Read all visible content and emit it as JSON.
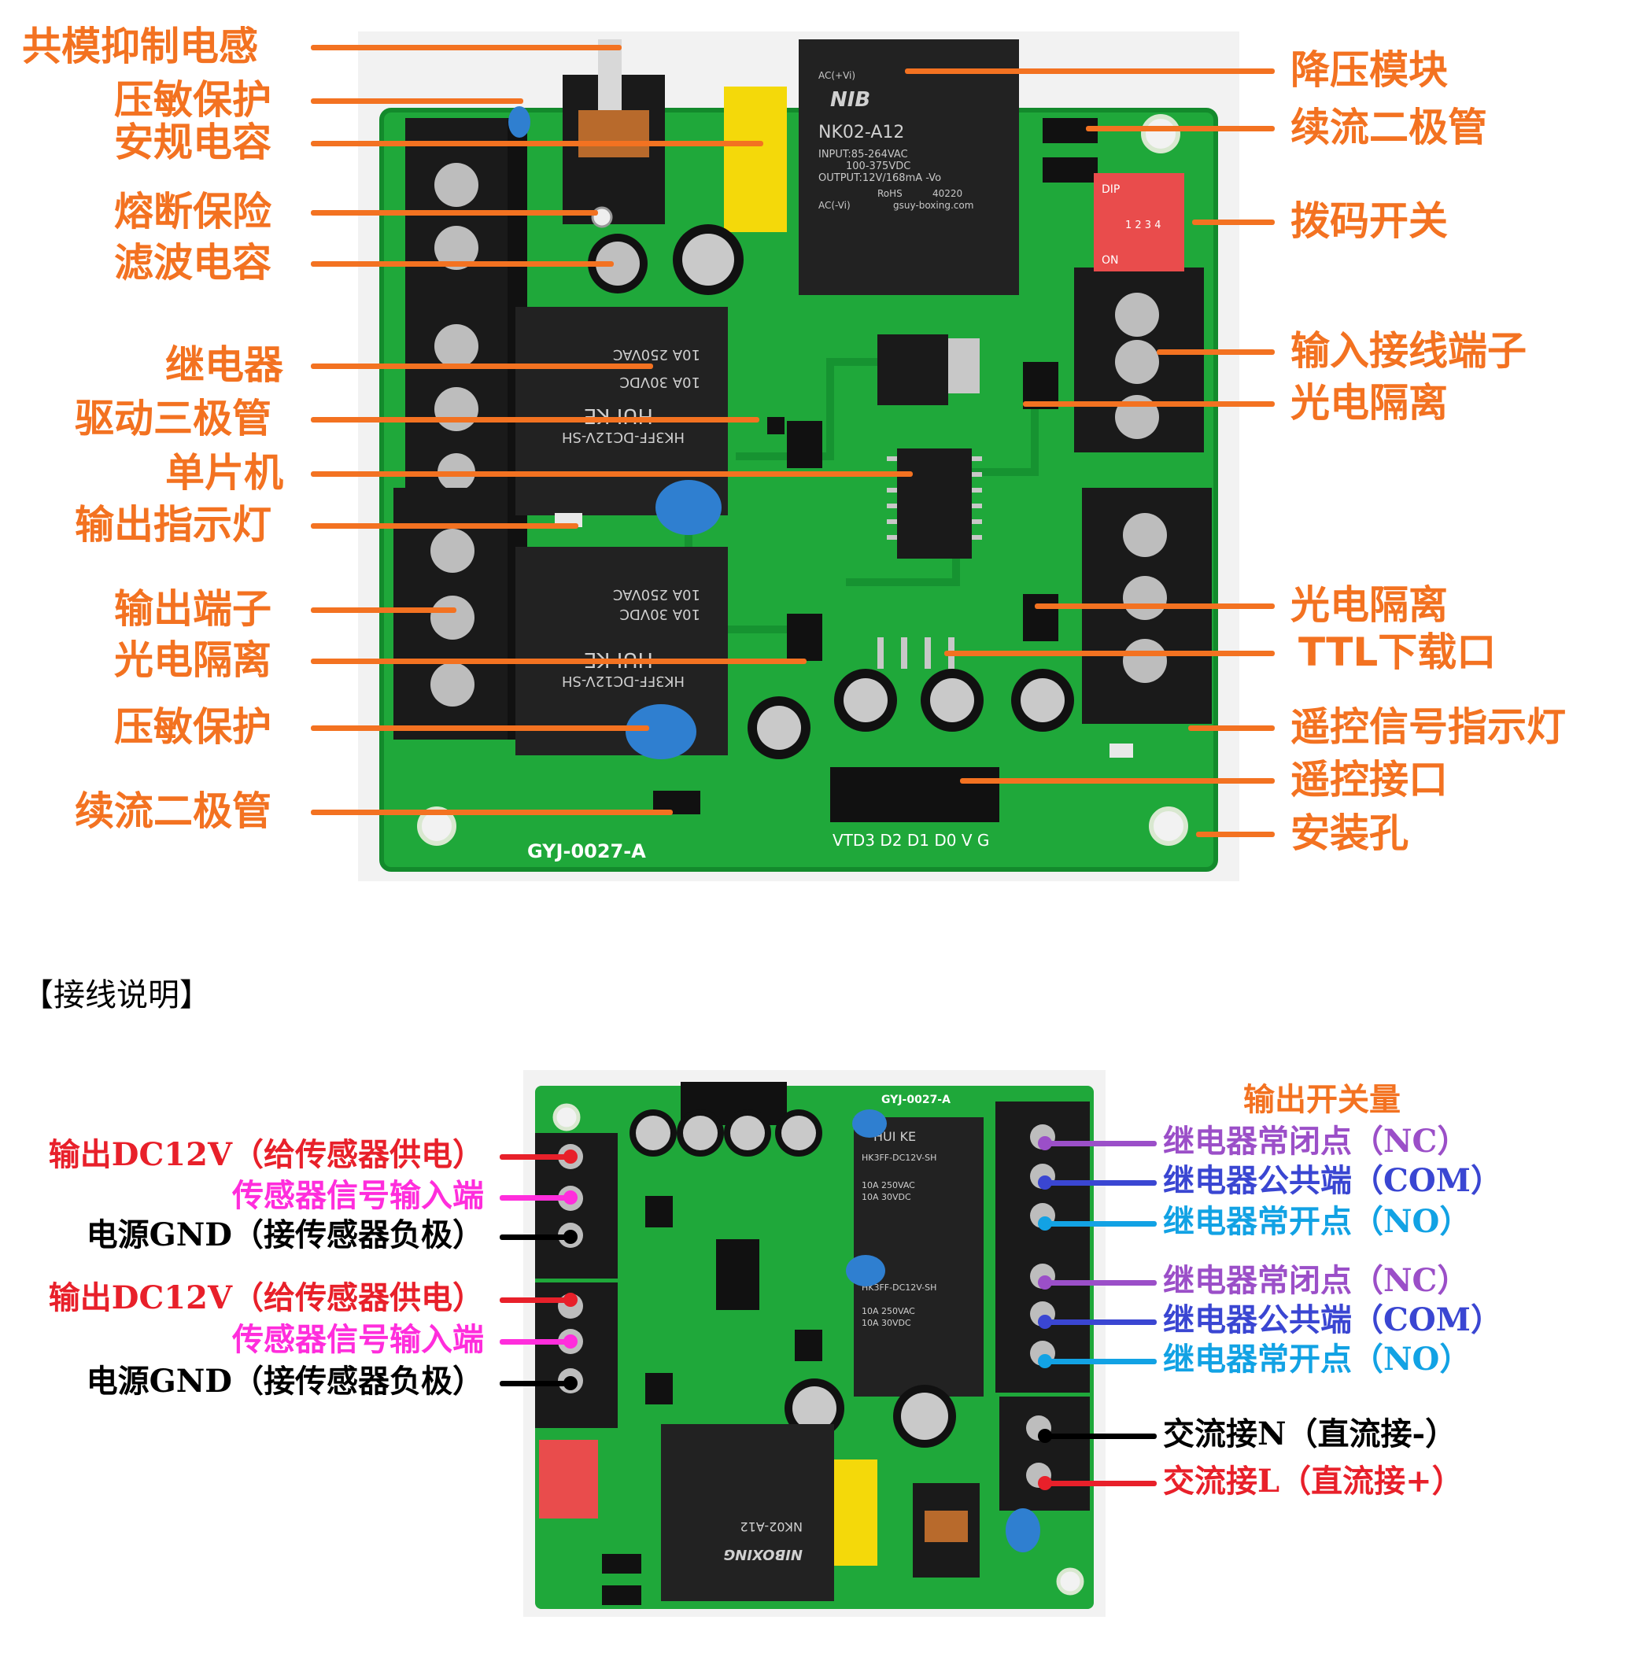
{
  "diagram1": {
    "left_labels": [
      "共模抑制电感",
      "压敏保护",
      "安规电容",
      "熔断保险",
      "滤波电容",
      "继电器",
      "驱动三极管",
      "单片机",
      "输出指示灯",
      "输出端子",
      "光电隔离",
      "压敏保护",
      "续流二极管"
    ],
    "right_labels": [
      "降压模块",
      "续流二极管",
      "拨码开关",
      "输入接线端子",
      "光电隔离",
      "光电隔离",
      "TTL下载口",
      "遥控信号指示灯",
      "遥控接口",
      "安装孔"
    ],
    "board": {
      "power_module": {
        "brand": "NIB",
        "model": "NK02-A12",
        "input": "INPUT:85-264VAC",
        "input2": "100-375VDC",
        "output": "OUTPUT:12V/168mA -Vo",
        "rohs": "RoHS",
        "code": "40220",
        "site": "gsuy-boxing.com",
        "pin1": "AC(+Vi)",
        "pin2": "AC(-Vi)"
      },
      "relay1": {
        "brand": "HUI KE",
        "model": "HK3FF-DC12V-SH",
        "rating1": "10A 250VAC",
        "rating2": "10A 30VDC"
      },
      "relay2": {
        "brand": "HUI KE",
        "model": "HK3FF-DC12V-SH",
        "rating1": "10A 250VAC",
        "rating2": "10A 30VDC"
      },
      "dip": {
        "text": "DIP",
        "on": "ON",
        "nums": "1 2 3 4"
      },
      "pcb_name": "GYJ-0027-A",
      "remote_pins": "VTD3 D2 D1 D0 V G"
    }
  },
  "section_title": "【接线说明】",
  "diagram2": {
    "top_label": "输出开关量",
    "left_labels": [
      {
        "text": "输出DC12V（给传感器供电）",
        "color": "#E8202A"
      },
      {
        "text": "传感器信号输入端",
        "color": "#FF2DDC"
      },
      {
        "text": "电源GND（接传感器负极）",
        "color": "#000000"
      },
      {
        "text": "输出DC12V（给传感器供电）",
        "color": "#E8202A"
      },
      {
        "text": "传感器信号输入端",
        "color": "#FF2DDC"
      },
      {
        "text": "电源GND（接传感器负极）",
        "color": "#000000"
      }
    ],
    "right_labels": [
      {
        "text": "继电器常闭点（NC）",
        "color": "#9B4FC8"
      },
      {
        "text": "继电器公共端（COM）",
        "color": "#3A46D2"
      },
      {
        "text": "继电器常开点（NO）",
        "color": "#12A2E4"
      },
      {
        "text": "继电器常闭点（NC）",
        "color": "#9B4FC8"
      },
      {
        "text": "继电器公共端（COM）",
        "color": "#3A46D2"
      },
      {
        "text": "继电器常开点（NO）",
        "color": "#12A2E4"
      },
      {
        "text": "交流接N（直流接-）",
        "color": "#000000"
      },
      {
        "text": "交流接L（直流接+）",
        "color": "#E8202A"
      }
    ],
    "board": {
      "pcb_name": "GYJ-0027-A",
      "relay_brand": "HUI KE",
      "relay_model": "HK3FF-DC12V-SH",
      "relay_rating1": "10A 250VAC",
      "relay_rating2": "10A 30VDC",
      "module_model": "NK02-A12",
      "module_brand": "NIBOXING"
    }
  },
  "colors": {
    "orange": "#F37221",
    "pcb": "#1FA83A",
    "pcb_dark": "#138a2c",
    "terminal": "#1a1a1a",
    "relay": "#222222",
    "varistor": "#2f7fd0",
    "safety_cap": "#F4D90A",
    "dip": "#E94C4C"
  }
}
